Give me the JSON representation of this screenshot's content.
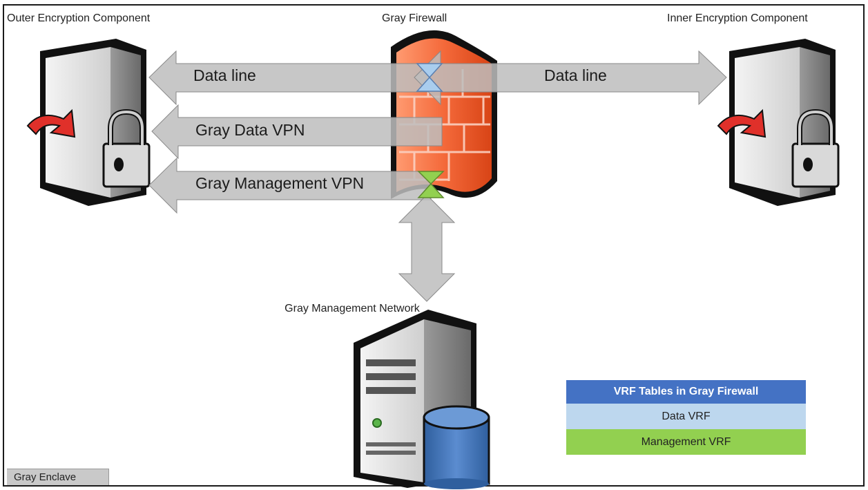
{
  "labels": {
    "outer_component": "Outer Encryption Component",
    "firewall": "Gray Firewall",
    "inner_component": "Inner Encryption Component",
    "mgmt_network": "Gray Management Network"
  },
  "arrows": {
    "data_line_left": "Data line",
    "gray_data_vpn": "Gray Data VPN",
    "gray_mgmt_vpn": "Gray Management VPN",
    "data_line_right": "Data line"
  },
  "vrf_table": {
    "header": "VRF Tables in Gray Firewall",
    "rows": [
      "Data VRF",
      "Management VRF"
    ]
  },
  "enclave_label": "Gray Enclave",
  "colors": {
    "arrow_fill": "#bdbdbd",
    "firewall": "#f25c2a",
    "vrf_header": "#4472c4",
    "vrf_data": "#bdd7ee",
    "vrf_mgmt": "#92d050",
    "lock_arrow": "#e0302a",
    "database": "#4a7ab8"
  },
  "icons": [
    "server-lock-icon",
    "firewall-icon",
    "server-database-icon"
  ]
}
